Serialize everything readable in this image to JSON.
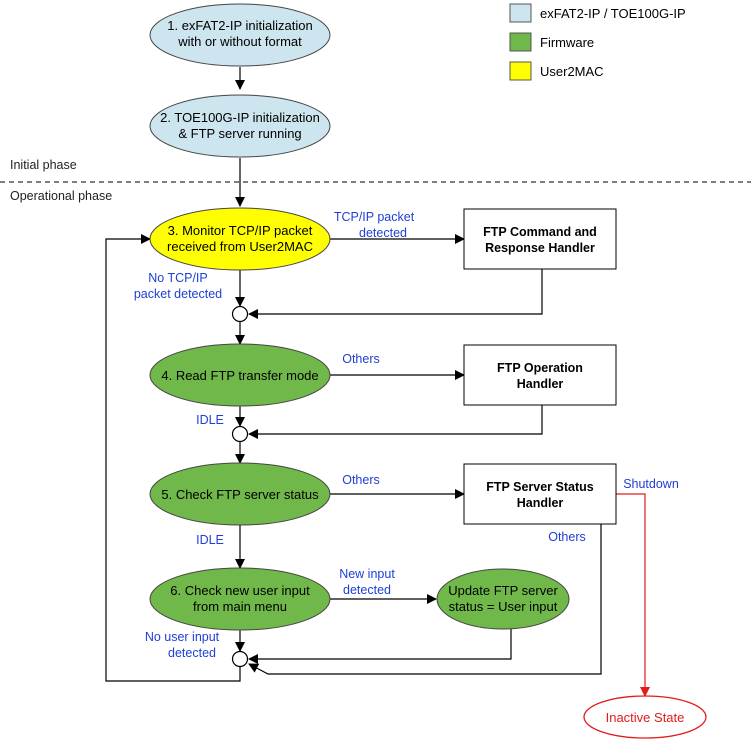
{
  "legend": [
    {
      "label": "exFAT2-IP / TOE100G-IP",
      "color": "#cde5ee"
    },
    {
      "label": "Firmware",
      "color": "#70b84a"
    },
    {
      "label": "User2MAC",
      "color": "#ffff00"
    }
  ],
  "phases": {
    "initial": "Initial phase",
    "operational": "Operational phase"
  },
  "states": {
    "s1": {
      "line1": "1. exFAT2-IP initialization",
      "line2": "with or without format"
    },
    "s2": {
      "line1": "2. TOE100G-IP initialization",
      "line2": "& FTP server running"
    },
    "s3": {
      "line1": "3. Monitor TCP/IP packet",
      "line2": "received from User2MAC"
    },
    "s4": {
      "line1": "4. Read FTP transfer mode"
    },
    "s5": {
      "line1": "5. Check FTP server status"
    },
    "s6": {
      "line1": "6. Check new user input",
      "line2": "from main menu"
    },
    "update": {
      "line1": "Update FTP server",
      "line2": "status = User input"
    },
    "inactive": {
      "line1": "Inactive State"
    }
  },
  "handlers": {
    "h1": {
      "line1": "FTP Command and",
      "line2": "Response Handler"
    },
    "h2": {
      "line1": "FTP Operation",
      "line2": "Handler"
    },
    "h3": {
      "line1": "FTP Server Status",
      "line2": "Handler"
    }
  },
  "labels": {
    "tcp_detected_1": "TCP/IP packet",
    "tcp_detected_2": "detected",
    "no_tcp_1": "No TCP/IP",
    "no_tcp_2": "packet detected",
    "others_1": "Others",
    "idle_1": "IDLE",
    "others_2": "Others",
    "shutdown": "Shutdown",
    "others_3": "Others",
    "idle_2": "IDLE",
    "new_input_1": "New input",
    "new_input_2": "detected",
    "no_user_1": "No user input",
    "no_user_2": "detected"
  },
  "colors": {
    "ip": "#cde5ee",
    "firmware": "#70b84a",
    "user2mac": "#ffff00",
    "edge_label": "#1f3fd6",
    "shutdown": "#e31b1b"
  }
}
